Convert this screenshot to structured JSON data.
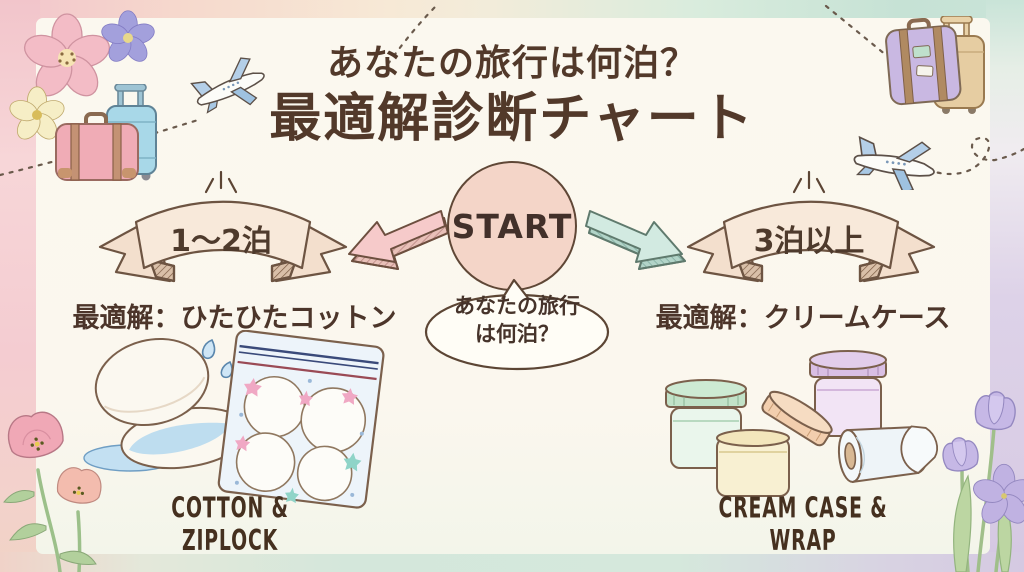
{
  "header": {
    "subtitle": "あなたの旅行は何泊？",
    "title": "最適解診断チャート"
  },
  "flowchart": {
    "start_label": "START",
    "question": {
      "line1": "あなたの旅行",
      "line2": "は何泊？"
    },
    "left_branch": {
      "condition": "1〜2泊",
      "result": "最適解：ひたひたコットン",
      "caption": "COTTON & ZIPLOCK"
    },
    "right_branch": {
      "condition": "3泊以上",
      "result": "最適解：クリームケース",
      "caption": "CREAM CASE & WRAP"
    }
  },
  "colors": {
    "text_brown": "#52392a",
    "panel_cream": "#fbf8ef",
    "start_circle_pink": "#f4d5c8",
    "left_arrow_pink": "#f6caca",
    "right_arrow_teal": "#d2eae1",
    "ribbon_cream": "#f8e9da",
    "frame_pink": "#f2c5cb",
    "frame_mint": "#d4e7db",
    "frame_lavender": "#d9cde5"
  },
  "decorations": [
    "cherry-blossom-icon",
    "purple-flower-icon",
    "yellow-flower-icon",
    "pink-suitcase-icon",
    "blue-trolley-icon",
    "airplane-icon",
    "purple-suitcase-icon",
    "tan-trolley-icon",
    "dashed-trail-icon",
    "sparkle-icon",
    "cotton-pads-icon",
    "ziplock-bag-icon",
    "cream-jars-icon",
    "wrap-roll-icon",
    "poppy-flowers-icon",
    "tulip-flowers-icon"
  ]
}
